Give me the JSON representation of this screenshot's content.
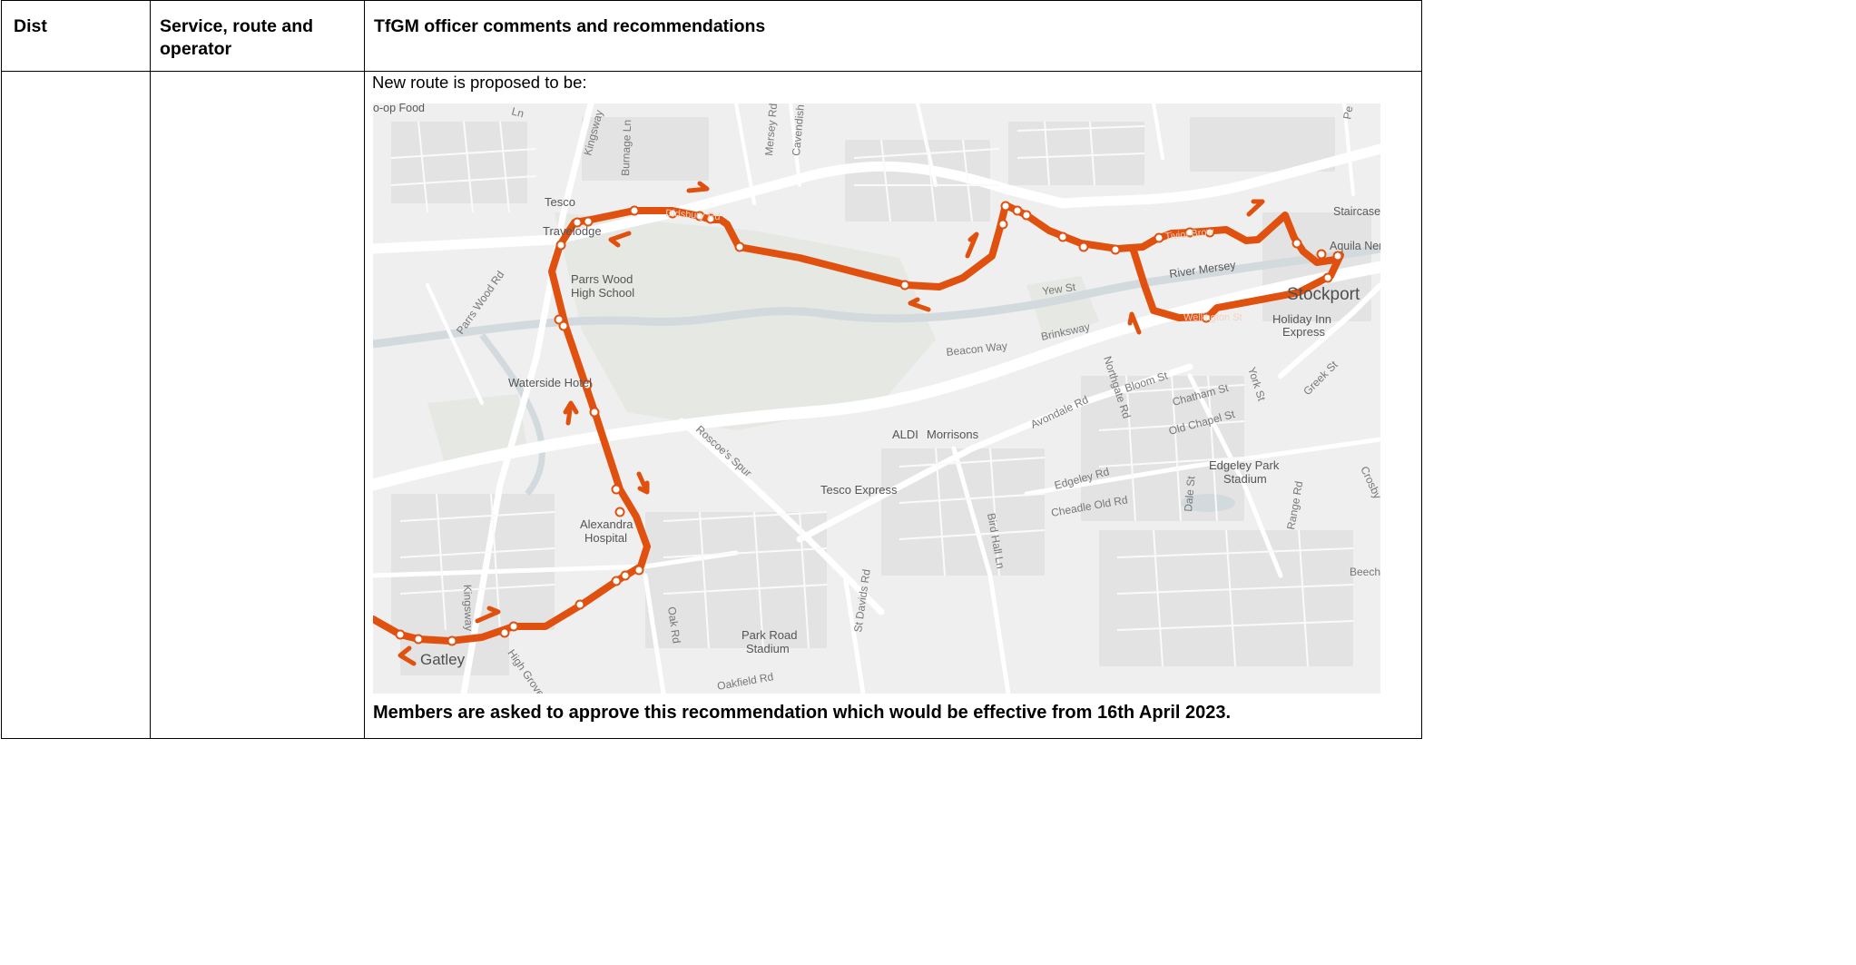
{
  "table": {
    "headers": {
      "dist": "Dist",
      "service": "Service, route and operator",
      "comments": "TfGM officer comments and recommendations"
    },
    "intro": "New route is proposed to be:",
    "footer": "Members are asked to approve this recommendation which would be effective from 16th April 2023."
  },
  "map": {
    "colors": {
      "route": "#e0510f",
      "stop_fill": "#ffffff",
      "background": "#efefef",
      "road": "#ffffff",
      "river": "#d5dde0",
      "building": "#e1e1e1"
    },
    "place_labels": {
      "coop": "o-op Food",
      "tesco": "Tesco",
      "travelodge": "Travelodge",
      "parrs_wood_high_1": "Parrs Wood",
      "parrs_wood_high_2": "High School",
      "waterside": "Waterside Hotel",
      "alexandra_1": "Alexandra",
      "alexandra_2": "Hospital",
      "gatley": "Gatley",
      "park_road_1": "Park Road",
      "park_road_2": "Stadium",
      "aldi": "ALDI",
      "morrisons": "Morrisons",
      "tesco_express": "Tesco Express",
      "stockport": "Stockport",
      "holiday_inn_1": "Holiday Inn",
      "holiday_inn_2": "Express",
      "edgeley_1": "Edgeley Park",
      "edgeley_2": "Stadium",
      "staircase": "Staircase",
      "aquila": "Aquila Ner",
      "river_mersey": "River Mersey"
    },
    "road_labels": {
      "kingsway_top": "Kingsway",
      "burnage": "Burnage Ln",
      "mersey_rd": "Mersey Rd",
      "cavendish": "Cavendish Rd",
      "didsbury_rd": "Didsbury Rd",
      "parrs_wood_rd": "Parrs Wood Rd",
      "yew_st": "Yew St",
      "brinksway": "Brinksway",
      "beacon_way": "Beacon Way",
      "northgate": "Northgate Rd",
      "bloom": "Bloom St",
      "chatham": "Chatham St",
      "york": "York St",
      "greek": "Greek St",
      "avondale": "Avondale Rd",
      "old_chapel": "Old Chapel St",
      "roscoes": "Roscoe's Spur",
      "edgeley_rd": "Edgeley Rd",
      "cheadle_old": "Cheadle Old Rd",
      "dale": "Dale St",
      "range": "Range Rd",
      "crosby": "Crosby",
      "bird_hall": "Bird Hall Ln",
      "st_davids": "St Davids Rd",
      "oak_rd": "Oak Rd",
      "kingsway_bottom": "Kingsway",
      "high_grove": "High Grove",
      "oakfield": "Oakfield Rd",
      "tiviot": "Tiviot Brow",
      "wellington": "Wellington St",
      "beech": "Beech",
      "pe": "Pe",
      "ln": "Ln"
    }
  }
}
